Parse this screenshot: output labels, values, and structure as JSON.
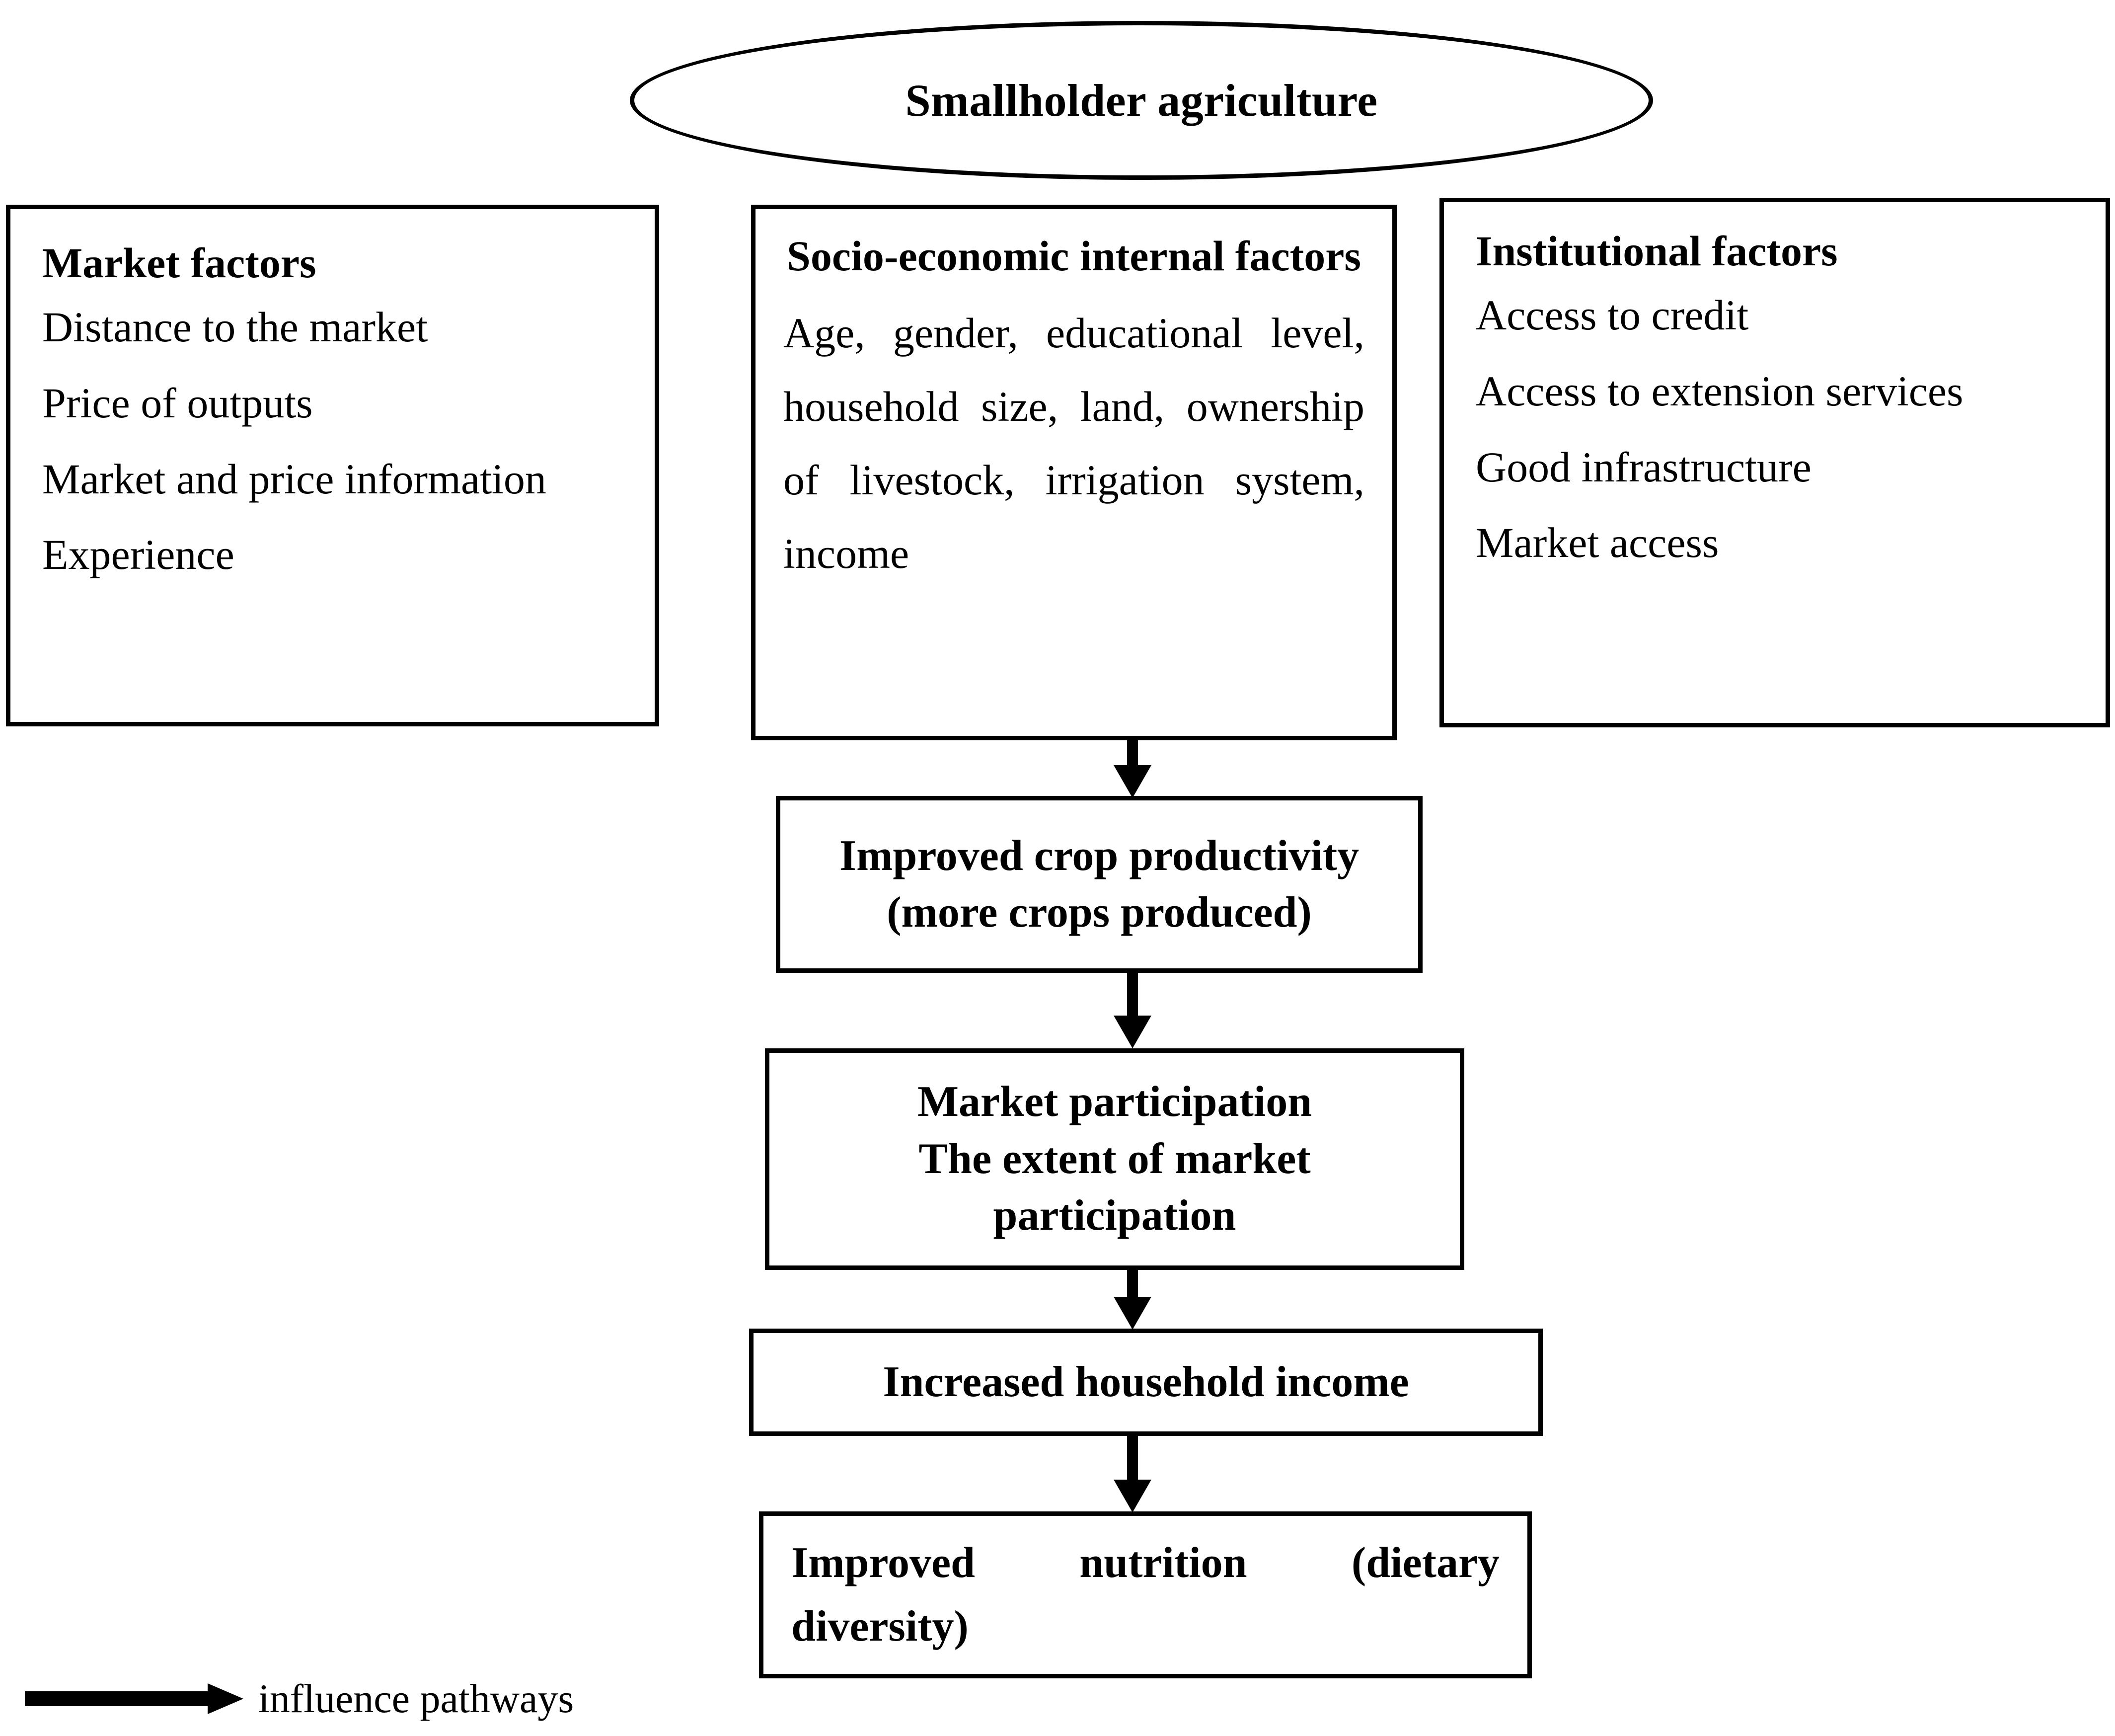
{
  "diagram": {
    "title_node": {
      "label": "Smallholder agriculture",
      "shape": "ellipse"
    },
    "factor_boxes": [
      {
        "id": "market-factors",
        "heading": "Market factors",
        "layout": "list",
        "items": [
          "Distance to the market",
          "Price of outputs",
          "Market and price information",
          "Experience"
        ]
      },
      {
        "id": "socio-economic-internal-factors",
        "heading": "Socio-economic internal factors",
        "layout": "paragraph",
        "body": "Age, gender, educational level, household size, land, ownership of livestock, irrigation system, income"
      },
      {
        "id": "institutional-factors",
        "heading": "Institutional factors",
        "layout": "list",
        "items": [
          "Access to credit",
          "Access to extension services",
          "Good infrastructure",
          "Market access"
        ]
      }
    ],
    "flow_nodes": [
      {
        "id": "improved-crop-productivity",
        "line1": "Improved crop productivity",
        "line2": "(more crops produced)"
      },
      {
        "id": "market-participation",
        "line1": "Market participation",
        "line2": "The extent of market",
        "line3": "participation"
      },
      {
        "id": "increased-household-income",
        "line1": "Increased household income"
      },
      {
        "id": "improved-nutrition",
        "text": "Improved nutrition (dietary diversity)"
      }
    ],
    "legend": {
      "label": "influence pathways",
      "symbol": "right-arrow"
    },
    "colors": {
      "stroke": "#000000",
      "background": "#ffffff",
      "text": "#000000"
    }
  }
}
